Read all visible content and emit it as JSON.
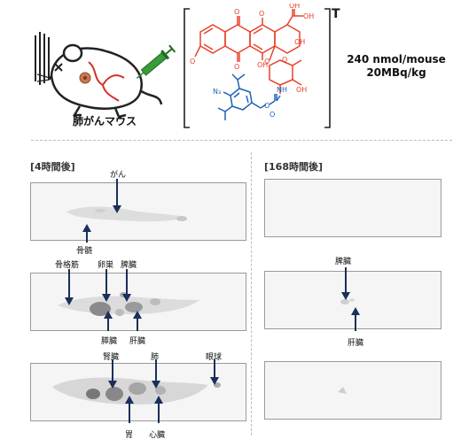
{
  "header": {
    "mouse_label": "肺がんマウス",
    "dose_line1": "240 nmol/mouse",
    "dose_line2": "20MBq/kg",
    "superscript": "T"
  },
  "structure_labels": {
    "oh1": "O",
    "oh2": "OH",
    "oh3": "OH",
    "oh4": "OH",
    "o_top": "O",
    "o_mid": "O",
    "ome": "O",
    "ring_o": "O",
    "azide": "N₃",
    "nh": "NH",
    "carb_o1": "O",
    "carb_o2": "O",
    "oh_c": "OH",
    "oh_sugar": "OH",
    "o_link": "O"
  },
  "colors": {
    "anthracycline": "#e8402a",
    "linker": "#1f62b8",
    "arrow": "#1a2f5a",
    "syringe": "#2e8b2e"
  },
  "left_column": {
    "title": "[4時間後]",
    "panel1": {
      "label_top": "がん",
      "label_bottom": "骨髄"
    },
    "panel2": {
      "labels_top": [
        "骨格筋",
        "卵巣",
        "脾臓"
      ],
      "labels_bottom": [
        "膵臓",
        "肝臓"
      ]
    },
    "panel3": {
      "labels_top": [
        "腎臓",
        "肺",
        "眼球"
      ],
      "labels_bottom": [
        "胃",
        "心臓"
      ]
    }
  },
  "right_column": {
    "title": "[168時間後]",
    "panel2": {
      "label_top": "脾臓",
      "label_bottom": "肝臓"
    }
  }
}
